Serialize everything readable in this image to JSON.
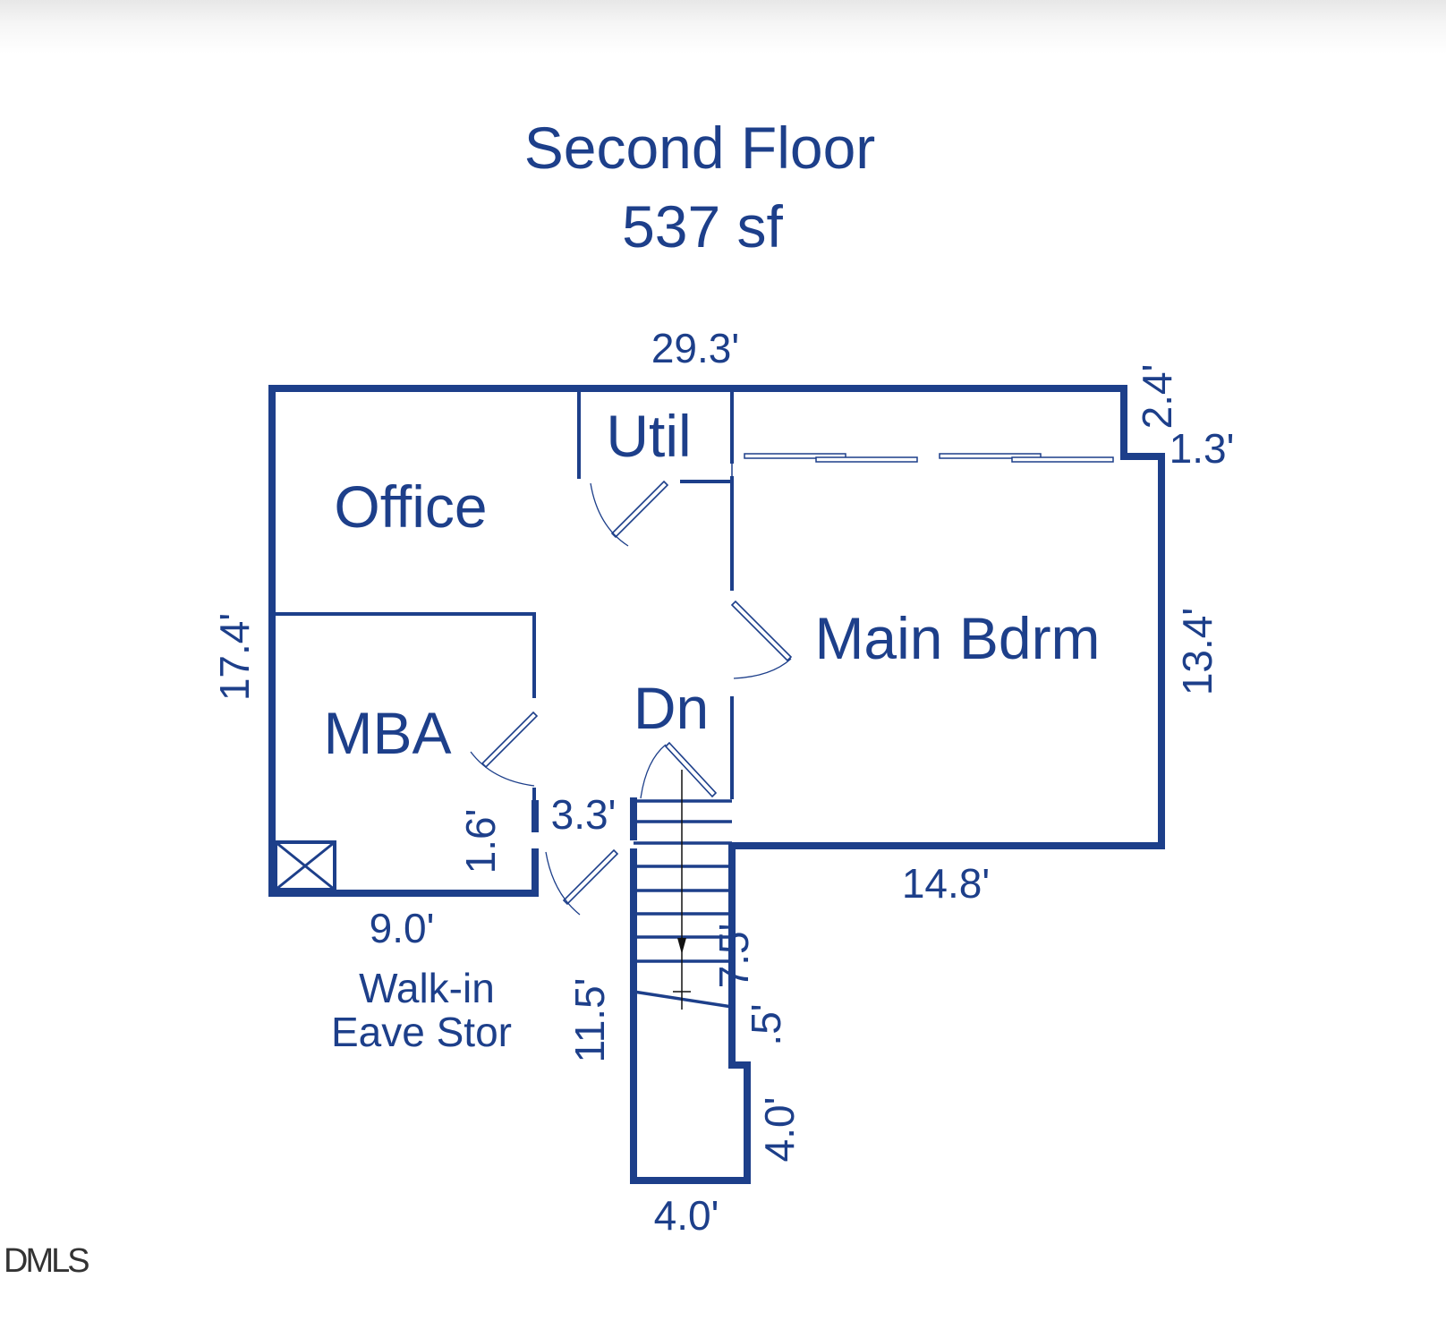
{
  "header": {
    "title": "Second Floor",
    "area": "537 sf"
  },
  "rooms": {
    "office": "Office",
    "util": "Util",
    "main_bdrm": "Main Bdrm",
    "mba": "MBA",
    "dn": "Dn",
    "storage_line1": "Walk-in",
    "storage_line2": "Eave Stor"
  },
  "dimensions": {
    "top_width": "29.3'",
    "left_height": "17.4'",
    "notch_height": "2.4'",
    "notch_width": "1.3'",
    "right_height": "13.4'",
    "bdrm_bottom_width": "14.8'",
    "mba_bottom_width": "9.0'",
    "hall_width": "3.3'",
    "jog_height": "1.6'",
    "stair_length": "11.5'",
    "stair_right_upper": "7.5'",
    "stair_jog": ".5'",
    "stair_right_lower": "4.0'",
    "stair_bottom_width": "4.0'"
  },
  "watermark": "DMLS",
  "colors": {
    "wall": "#1d3f8a",
    "label": "#1d3f8a",
    "background": "#ffffff"
  }
}
